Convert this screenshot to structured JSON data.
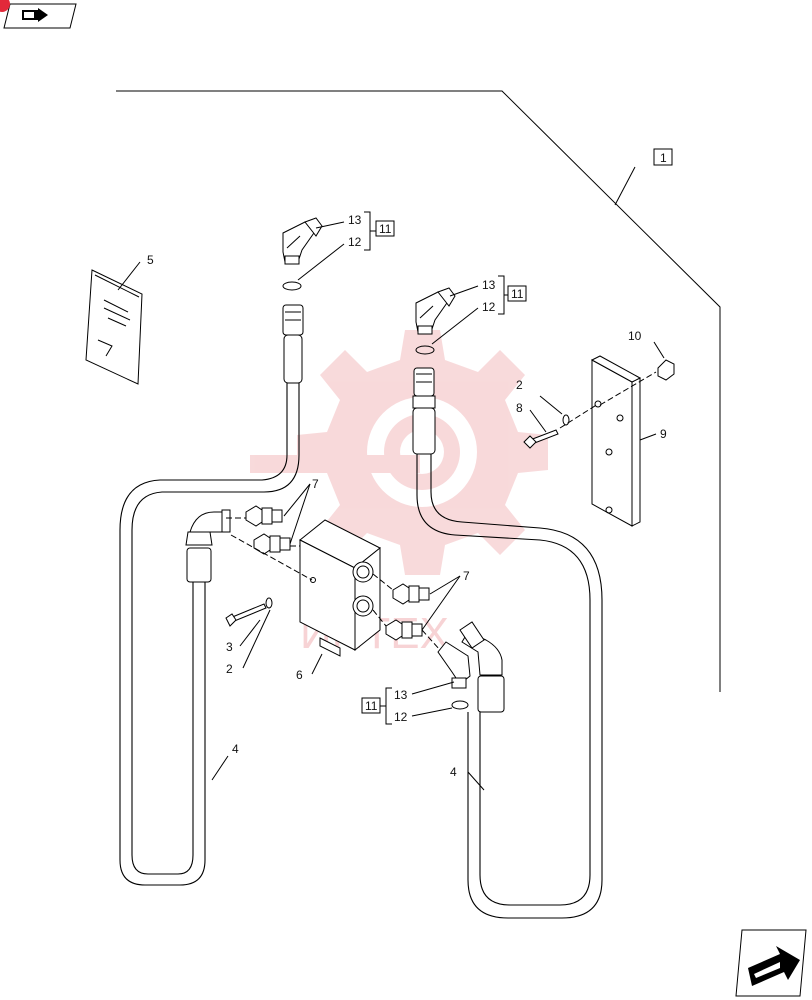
{
  "callouts": {
    "c1": "1",
    "c2a": "2",
    "c2b": "2",
    "c3": "3",
    "c4a": "4",
    "c4b": "4",
    "c5": "5",
    "c6": "6",
    "c7a": "7",
    "c7b": "7",
    "c8": "8",
    "c9": "9",
    "c10": "10",
    "c11a": "11",
    "c11b": "11",
    "c11c": "11",
    "c12a": "12",
    "c12b": "12",
    "c12c": "12",
    "c13a": "13",
    "c13b": "13",
    "c13c": "13"
  },
  "watermark": {
    "text": "ИНТЕХ",
    "color": "#e0555a"
  },
  "colors": {
    "line": "#000000",
    "watermark": "#e0555a",
    "background": "#ffffff"
  },
  "icons": {
    "top_left": "folder-arrow-icon",
    "bottom_right": "next-page-arrow-icon"
  }
}
